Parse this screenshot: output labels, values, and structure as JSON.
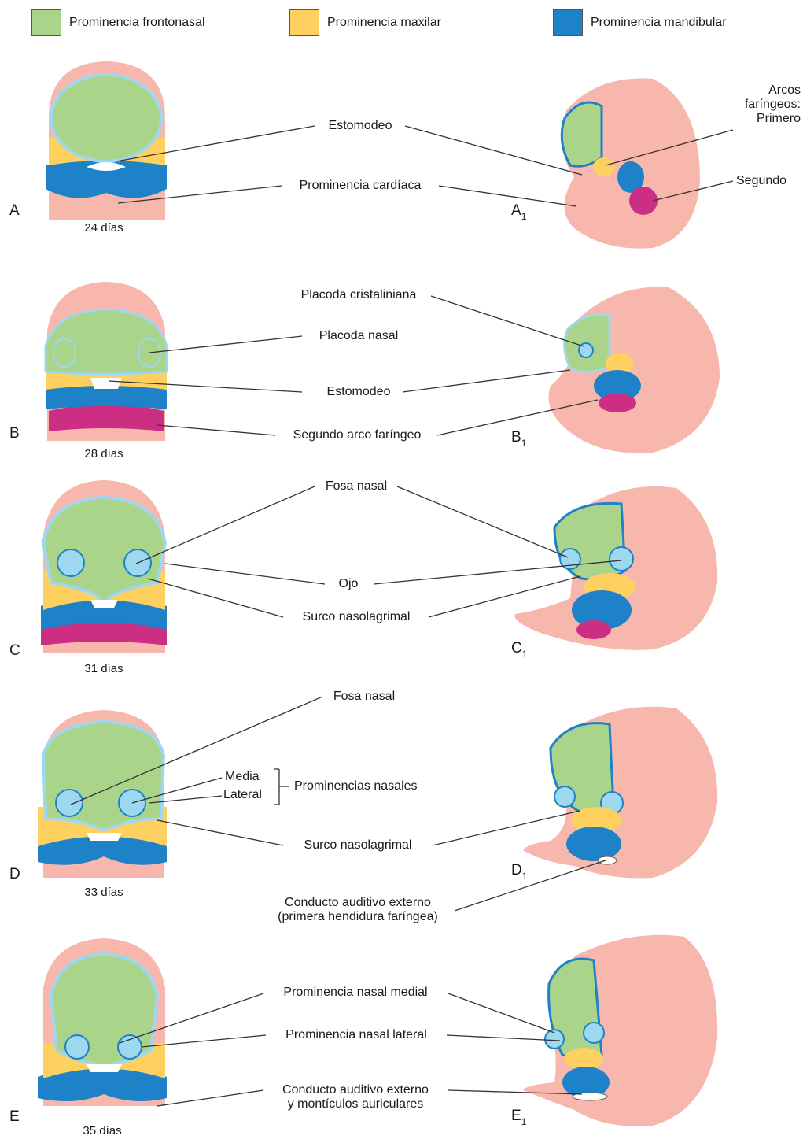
{
  "legend": [
    {
      "label": "Prominencia frontonasal",
      "color": "#a9d48a"
    },
    {
      "label": "Prominencia maxilar",
      "color": "#fdd060"
    },
    {
      "label": "Prominencia mandibular",
      "color": "#1e82c8"
    }
  ],
  "colors": {
    "skin": "#f7b7ad",
    "skin_dark": "#ec8f8c",
    "second_arch": "#cc2e84",
    "eye_ring": "#9ed8ee",
    "white": "#ffffff"
  },
  "panels": {
    "A": {
      "letter": "A",
      "side_letter": "A",
      "side_sub": "1",
      "days": "24 días"
    },
    "B": {
      "letter": "B",
      "side_letter": "B",
      "side_sub": "1",
      "days": "28 días"
    },
    "C": {
      "letter": "C",
      "side_letter": "C",
      "side_sub": "1",
      "days": "31 días"
    },
    "D": {
      "letter": "D",
      "side_letter": "D",
      "side_sub": "1",
      "days": "33 días"
    },
    "E": {
      "letter": "E",
      "side_letter": "E",
      "side_sub": "1",
      "days": "35 días"
    }
  },
  "labels": {
    "estomodeo_a": "Estomodeo",
    "prominencia_cardiaca": "Prominencia cardíaca",
    "arcos_1": "Arcos",
    "arcos_2": "faríngeos:",
    "primero": "Primero",
    "segundo": "Segundo",
    "placoda_cristaliniana": "Placoda cristaliniana",
    "placoda_nasal": "Placoda nasal",
    "estomodeo_b": "Estomodeo",
    "segundo_arco": "Segundo arco faríngeo",
    "fosa_nasal_c": "Fosa nasal",
    "ojo": "Ojo",
    "surco_c": "Surco nasolagrimal",
    "fosa_nasal_d": "Fosa nasal",
    "media": "Media",
    "lateral": "Lateral",
    "prominencias_nasales": "Prominencias nasales",
    "surco_d": "Surco nasolagrimal",
    "conducto_d_1": "Conducto auditivo externo",
    "conducto_d_2": "(primera hendidura faríngea)",
    "pn_medial": "Prominencia nasal medial",
    "pn_lateral": "Prominencia nasal lateral",
    "conducto_e_1": "Conducto auditivo externo",
    "conducto_e_2": "y montículos auriculares"
  }
}
